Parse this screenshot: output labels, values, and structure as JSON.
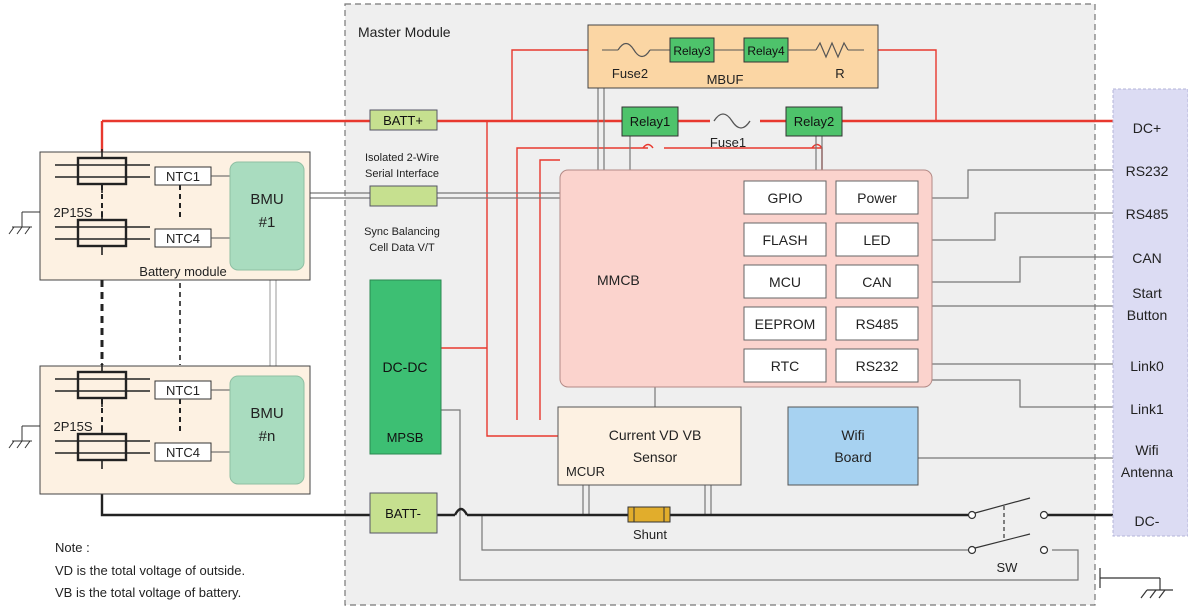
{
  "master": {
    "title": "Master Module"
  },
  "mbuf": {
    "label": "MBUF",
    "fuse": "Fuse2",
    "relay_a": "Relay3",
    "relay_b": "Relay4",
    "resistor": "R"
  },
  "top_path": {
    "relay1": "Relay1",
    "relay2": "Relay2",
    "fuse": "Fuse1"
  },
  "terminals": {
    "batt_pos": "BATT+",
    "batt_neg": "BATT-"
  },
  "interface": {
    "serial_line1": "Isolated 2-Wire",
    "serial_line2": "Serial Interface",
    "balance_line1": "Sync Balancing",
    "balance_line2": "Cell Data V/T"
  },
  "battery_modules": [
    {
      "cells": "2P15S",
      "ntc_top": "NTC1",
      "ntc_bottom": "NTC4",
      "bmu_line1": "BMU",
      "bmu_line2": "#1",
      "caption": "Battery module"
    },
    {
      "cells": "2P15S",
      "ntc_top": "NTC1",
      "ntc_bottom": "NTC4",
      "bmu_line1": "BMU",
      "bmu_line2": "#n",
      "caption": ""
    }
  ],
  "mpsb": {
    "converter": "DC-DC",
    "label": "MPSB"
  },
  "mmcb": {
    "label": "MMCB",
    "blocks": [
      [
        "GPIO",
        "Power"
      ],
      [
        "FLASH",
        "LED"
      ],
      [
        "MCU",
        "CAN"
      ],
      [
        "EEPROM",
        "RS485"
      ],
      [
        "RTC",
        "RS232"
      ]
    ]
  },
  "mcur": {
    "line1": "Current  VD  VB",
    "line2": "Sensor",
    "label": "MCUR"
  },
  "wifi": {
    "line1": "Wifi",
    "line2": "Board"
  },
  "shunt": "Shunt",
  "switch_label": "SW",
  "ports": [
    {
      "line1": "DC+",
      "line2": ""
    },
    {
      "line1": "RS232",
      "line2": ""
    },
    {
      "line1": "RS485",
      "line2": ""
    },
    {
      "line1": "CAN",
      "line2": ""
    },
    {
      "line1": "Start",
      "line2": "Button"
    },
    {
      "line1": "Link0",
      "line2": ""
    },
    {
      "line1": "Link1",
      "line2": ""
    },
    {
      "line1": "Wifi",
      "line2": "Antenna"
    },
    {
      "line1": "DC-",
      "line2": ""
    }
  ],
  "notes": {
    "title": "Note :",
    "line1": "VD is the total voltage of outside.",
    "line2": "VB is the total voltage of battery."
  },
  "colors": {
    "power_line": "#e8382e",
    "ground_line": "#222222",
    "module_fill": "#fdf1e2",
    "bmu_fill": "#a9dcbf",
    "mmcb_fill": "#fbd3cd",
    "relay_fill": "#4ec36b",
    "mbuf_fill": "#fbd6a4",
    "port_fill": "#dcdcf3",
    "wifi_fill": "#a7d2f1",
    "mpsb_fill": "#3dbf73"
  }
}
